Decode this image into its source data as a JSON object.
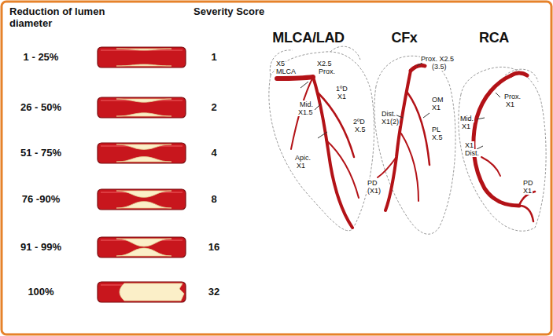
{
  "diagram": {
    "labels": [
      "Reduction of lumen diameter",
      "Severity Score",
      "1 - 25%",
      "1",
      "26 - 50%",
      "2",
      "51 - 75%",
      "4",
      "76 -90%",
      "8",
      "91 - 99%",
      "16",
      "100%",
      "32",
      "MLCA/LAD",
      "CFx",
      "RCA",
      "X5",
      "MLCA",
      "X2.5",
      "Prox.",
      "1ºD",
      "X1",
      "Mid.",
      "X1.5",
      "2ºD",
      "X.5",
      "Apic.",
      "X1",
      "Prox. X2.5",
      "(3.5)",
      "OM",
      "X1",
      "Dist.",
      "X1(2)",
      "PL",
      "X.5",
      "PD",
      "(X1)",
      "Prox.",
      "X1",
      "Mid.",
      "X1",
      "X1",
      "Dist.",
      "PD",
      "X1"
    ]
  }
}
